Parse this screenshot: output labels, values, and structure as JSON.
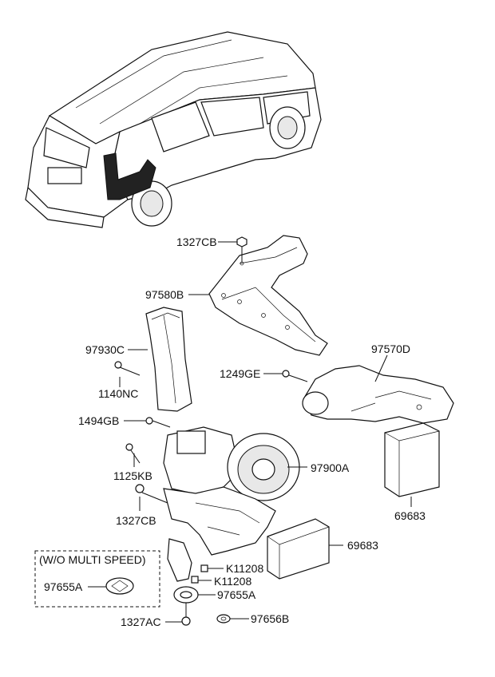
{
  "labels": {
    "p1327CB_top": "1327CB",
    "p97580B": "97580B",
    "p97930C": "97930C",
    "p1140NC": "1140NC",
    "p1249GE": "1249GE",
    "p97570D": "97570D",
    "p1494GB": "1494GB",
    "p97900A": "97900A",
    "p1125KB": "1125KB",
    "p1327CB_mid": "1327CB",
    "p69683_right": "69683",
    "p69683_mid": "69683",
    "p_wo_multi": "(W/O MULTI SPEED)",
    "p97655A_box": "97655A",
    "pK11208_a": "K11208",
    "pK11208_b": "K11208",
    "p97655A": "97655A",
    "p1327AC": "1327AC",
    "p97656B": "97656B"
  }
}
